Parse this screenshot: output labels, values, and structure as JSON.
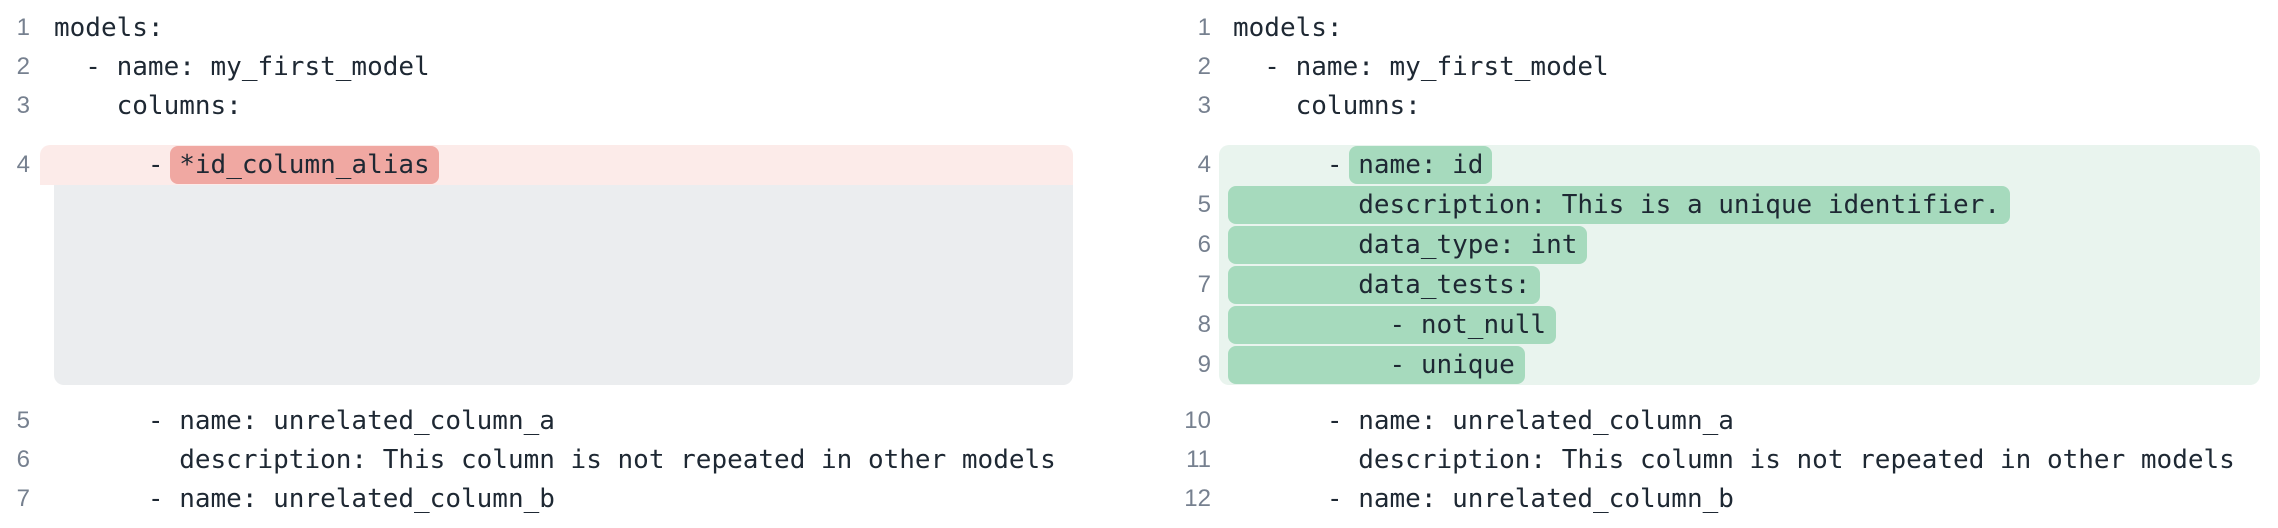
{
  "colors": {
    "background": "#ffffff",
    "code_text": "#1e2833",
    "line_number": "#76808f",
    "removed_line_bg": "#fcebe9",
    "removed_word_bg": "#f0a8a2",
    "added_line_bg": "#e9f4ee",
    "added_word_bg": "#a6dabd",
    "collapsed_spacer_bg": "#ebedef"
  },
  "left_pane": {
    "lines": [
      {
        "num": "1",
        "text": "models:"
      },
      {
        "num": "2",
        "text": "  - name: my_first_model"
      },
      {
        "num": "3",
        "text": "    columns:"
      },
      {
        "num": "4",
        "prefix": "      - ",
        "highlight": "*id_column_alias"
      },
      {
        "num": "5",
        "text": "      - name: unrelated_column_a"
      },
      {
        "num": "6",
        "text": "        description: This column is not repeated in other models"
      },
      {
        "num": "7",
        "text": "      - name: unrelated_column_b"
      }
    ]
  },
  "right_pane": {
    "lines": [
      {
        "num": "1",
        "text": "models:"
      },
      {
        "num": "2",
        "text": "  - name: my_first_model"
      },
      {
        "num": "3",
        "text": "    columns:"
      },
      {
        "num": "4",
        "prefix": "      - ",
        "highlight": "name: id"
      },
      {
        "num": "5",
        "highlight": "        description: This is a unique identifier."
      },
      {
        "num": "6",
        "highlight": "        data_type: int"
      },
      {
        "num": "7",
        "highlight": "        data_tests:"
      },
      {
        "num": "8",
        "highlight": "          - not_null"
      },
      {
        "num": "9",
        "highlight": "          - unique"
      },
      {
        "num": "10",
        "text": "      - name: unrelated_column_a"
      },
      {
        "num": "11",
        "text": "        description: This column is not repeated in other models"
      },
      {
        "num": "12",
        "text": "      - name: unrelated_column_b"
      }
    ]
  }
}
